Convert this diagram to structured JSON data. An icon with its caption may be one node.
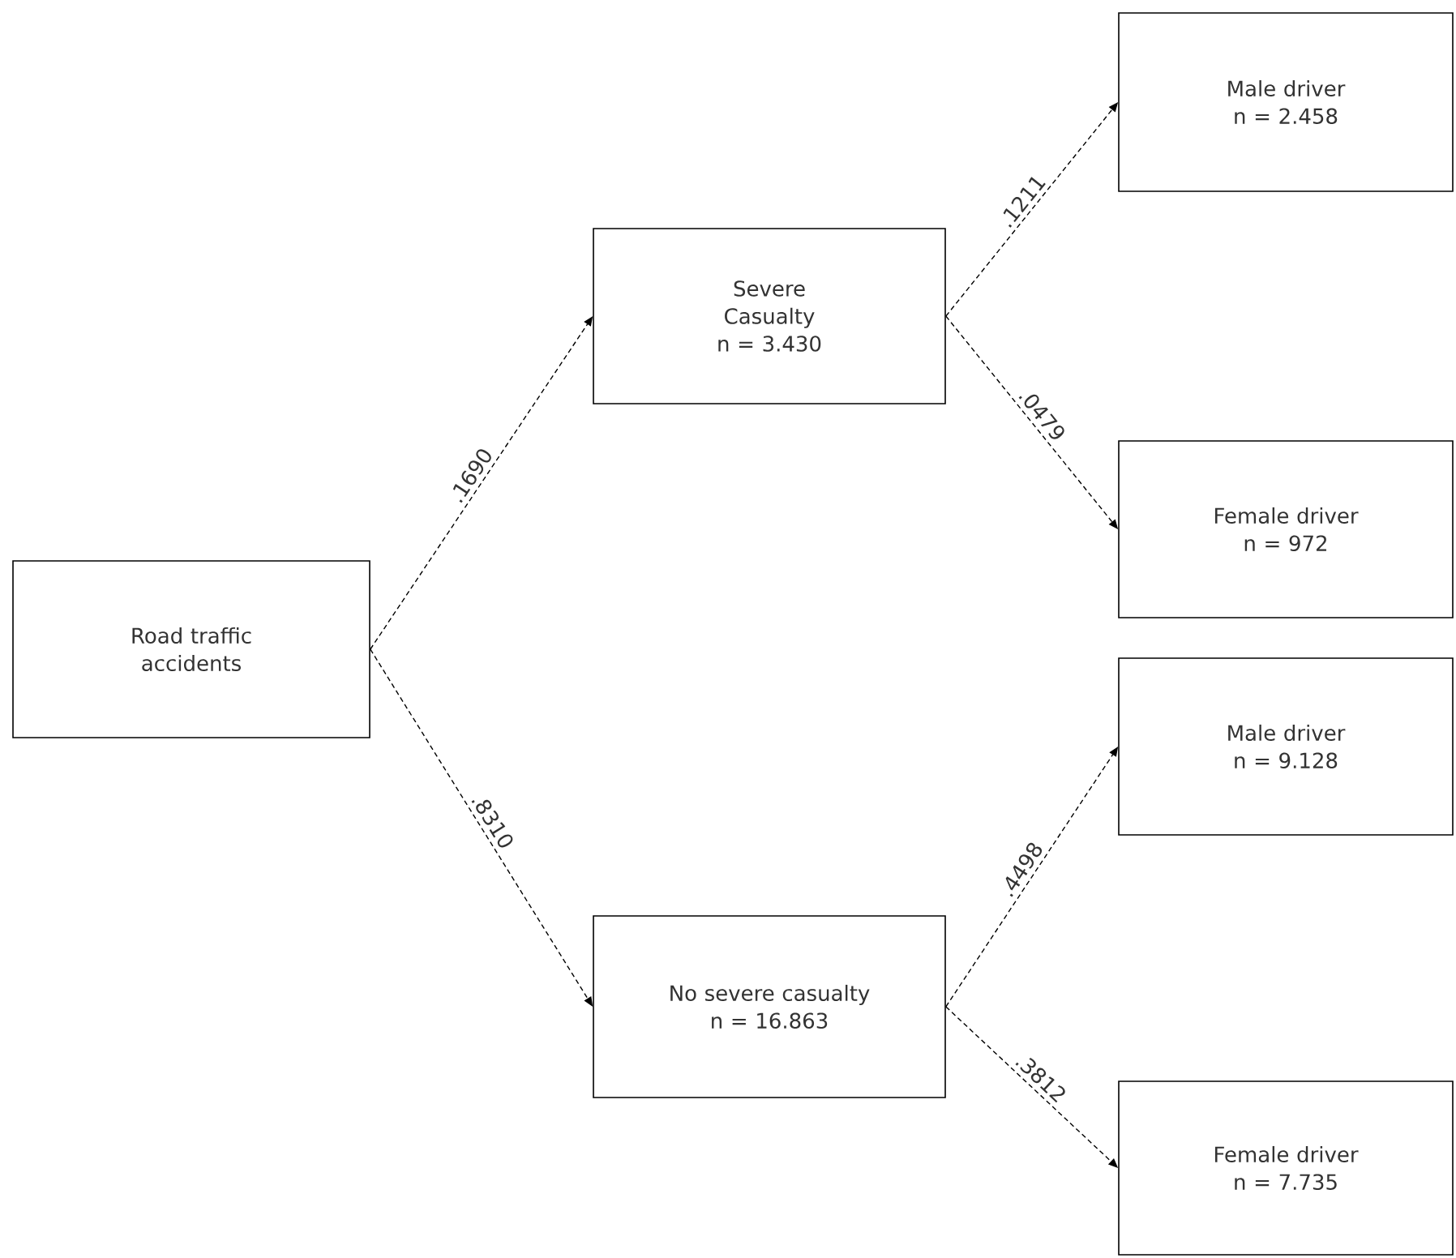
{
  "diagram": {
    "nodes": [
      {
        "text": [
          "Road traffic accidents"
        ]
      },
      {
        "text": [
          "Severe Casualty",
          "n = 3.430"
        ]
      },
      {
        "text": [
          "No severe casualty",
          "n = 16.863"
        ]
      },
      {
        "text": [
          "Male driver",
          "n = 2.458"
        ]
      },
      {
        "text": [
          "Female driver",
          "n = 972"
        ]
      },
      {
        "text": [
          "Male driver",
          "n = 9.128"
        ]
      },
      {
        "text": [
          "Female driver",
          "n = 7.735"
        ]
      }
    ],
    "edges": [
      {
        "from": 0,
        "to": 1,
        "arrow": "to",
        "label": ".1690",
        "style": "dashed"
      },
      {
        "from": 0,
        "to": 2,
        "arrow": "to",
        "label": ".8310",
        "style": "dashed"
      },
      {
        "from": 1,
        "to": 3,
        "arrow": "to",
        "label": ".1211",
        "style": "dashed"
      },
      {
        "from": 1,
        "to": 4,
        "arrow": "to",
        "label": ".0479",
        "style": "dashed"
      },
      {
        "from": 2,
        "to": 5,
        "arrow": "to",
        "label": ".4498",
        "style": "dashed"
      },
      {
        "from": 2,
        "to": 6,
        "arrow": "to",
        "label": ".3812",
        "style": "dashed"
      }
    ]
  }
}
